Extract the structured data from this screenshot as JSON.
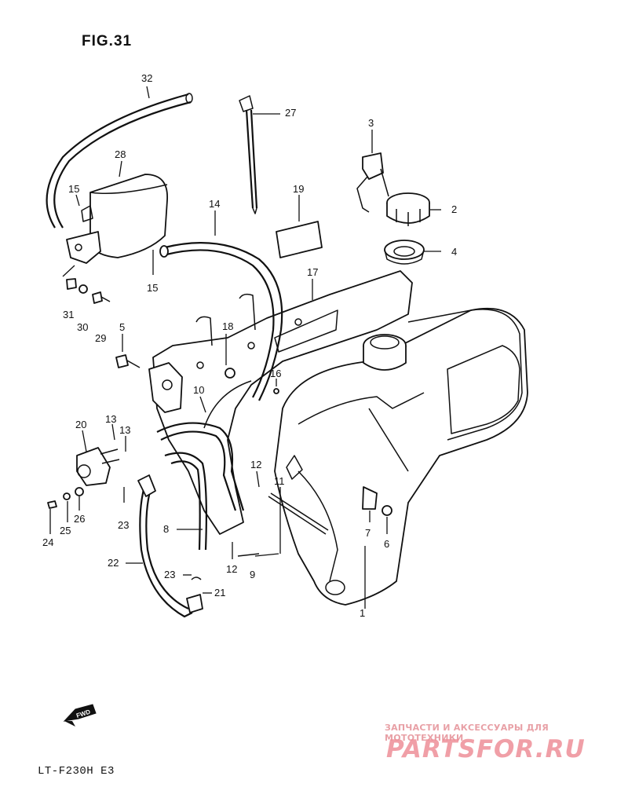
{
  "figure": {
    "title": "FIG.31",
    "model": "LT-F230H  E3"
  },
  "watermark": {
    "line1": "ЗАПЧАСТИ И АКСЕССУАРЫ ДЛЯ МОТОТЕХНИКИ",
    "line2": "PARTSFOR.RU"
  },
  "fwd_arrow": {
    "label": "FWD"
  },
  "callouts": [
    "1",
    "2",
    "3",
    "4",
    "5",
    "6",
    "7",
    "8",
    "9",
    "10",
    "11",
    "12",
    "12",
    "13",
    "13",
    "14",
    "15",
    "15",
    "16",
    "17",
    "18",
    "19",
    "20",
    "21",
    "22",
    "23",
    "23",
    "24",
    "25",
    "26",
    "27",
    "28",
    "29",
    "30",
    "31",
    "32"
  ]
}
